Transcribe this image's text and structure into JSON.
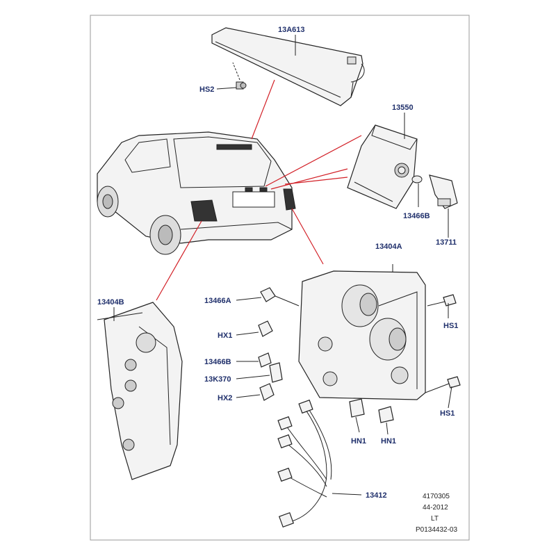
{
  "labels": {
    "l13A613": "13A613",
    "lHS2": "HS2",
    "l13550": "13550",
    "l13466B_top": "13466B",
    "l13711": "13711",
    "l13404A": "13404A",
    "l13404B": "13404B",
    "l13466A": "13466A",
    "lHS1_top": "HS1",
    "lHX1": "HX1",
    "l13466B_mid": "13466B",
    "l13K370": "13K370",
    "lHX2": "HX2",
    "lHS1_bot": "HS1",
    "lHN1_a": "HN1",
    "lHN1_b": "HN1",
    "l13412": "13412"
  },
  "reference": {
    "line1": "4170305",
    "line2": "44-2012",
    "line3": "LT",
    "line4": "P0134432-03"
  },
  "colors": {
    "label": "#1f2f6b",
    "leader_red": "#d21f26",
    "frame_fill": "#ffffff",
    "frame_stroke": "#9a9a9a"
  }
}
